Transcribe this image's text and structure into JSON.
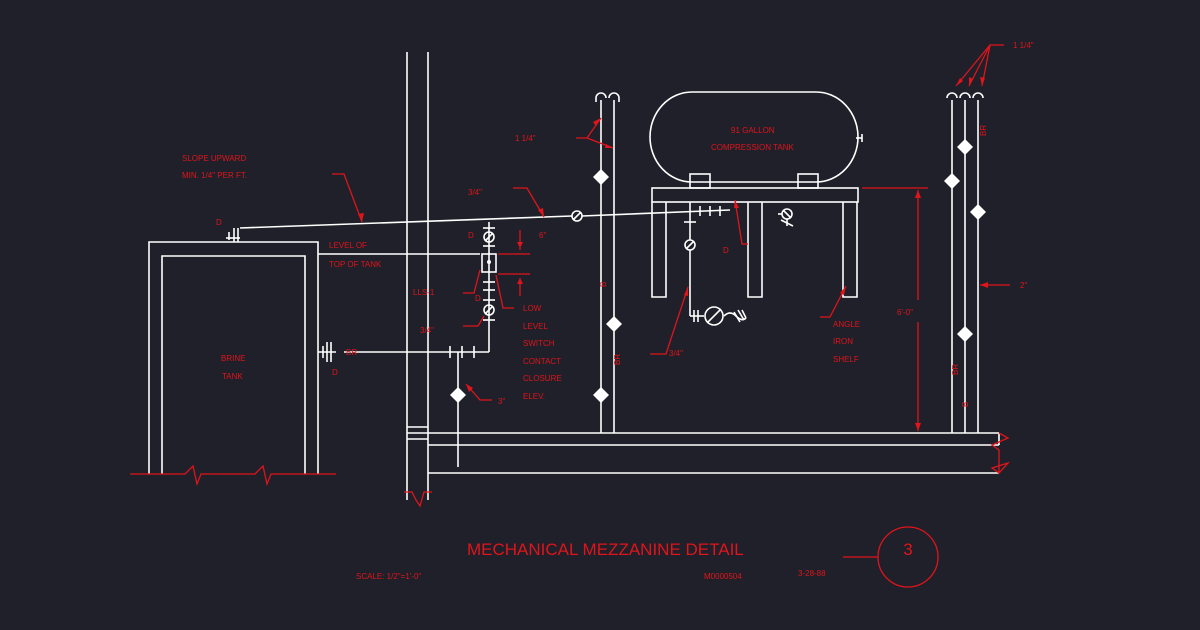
{
  "colors": {
    "background": "#1f2029",
    "linework": "#ffffff",
    "annotation": "#e0141b"
  },
  "title": "MECHANICAL MEZZANINE DETAIL",
  "scale": "SCALE: 1/2\"=1'-0\"",
  "drawing_number": "M0000504",
  "date": "3-28-88",
  "detail_number": "3",
  "labels": {
    "slope_line1": "SLOPE UPWARD",
    "slope_line2": "MIN. 1/4\" PER FT.",
    "d_top_left": "D",
    "level_line1": "LEVEL OF",
    "level_line2": "TOP OF TANK",
    "size_three_quarter_top": "3/4\"",
    "d_upper": "D",
    "six_inch": "6\"",
    "lls": "LLS-1",
    "d_mid": "D",
    "low_line1": "LOW",
    "low_line2": "LEVEL",
    "low_line3": "SWITCH",
    "low_line4": "CONTACT",
    "low_line5": "CLOSURE",
    "low_line6": "ELEV.",
    "size_three_quarter_left": "3/4\"",
    "br_left": "BR",
    "d_left_bottom": "D",
    "three_inch": "3\"",
    "brine_line1": "BRINE",
    "brine_line2": "TANK",
    "size_one_quarter_mid": "1 1/4\"",
    "b_mid": "B",
    "br_mid": "BR",
    "tank_line1": "91 GALLON",
    "tank_line2": "COMPRESSION TANK",
    "d_right": "D",
    "size_three_quarter_right": "3/4\"",
    "angle_line1": "ANGLE",
    "angle_line2": "IRON",
    "angle_line3": "SHELF",
    "six_foot": "6'-0\"",
    "size_one_quarter_right": "1 1/4\"",
    "br_right_top": "BR",
    "two_inch": "2\"",
    "br_right_bottom": "BR",
    "b_right": "B"
  }
}
